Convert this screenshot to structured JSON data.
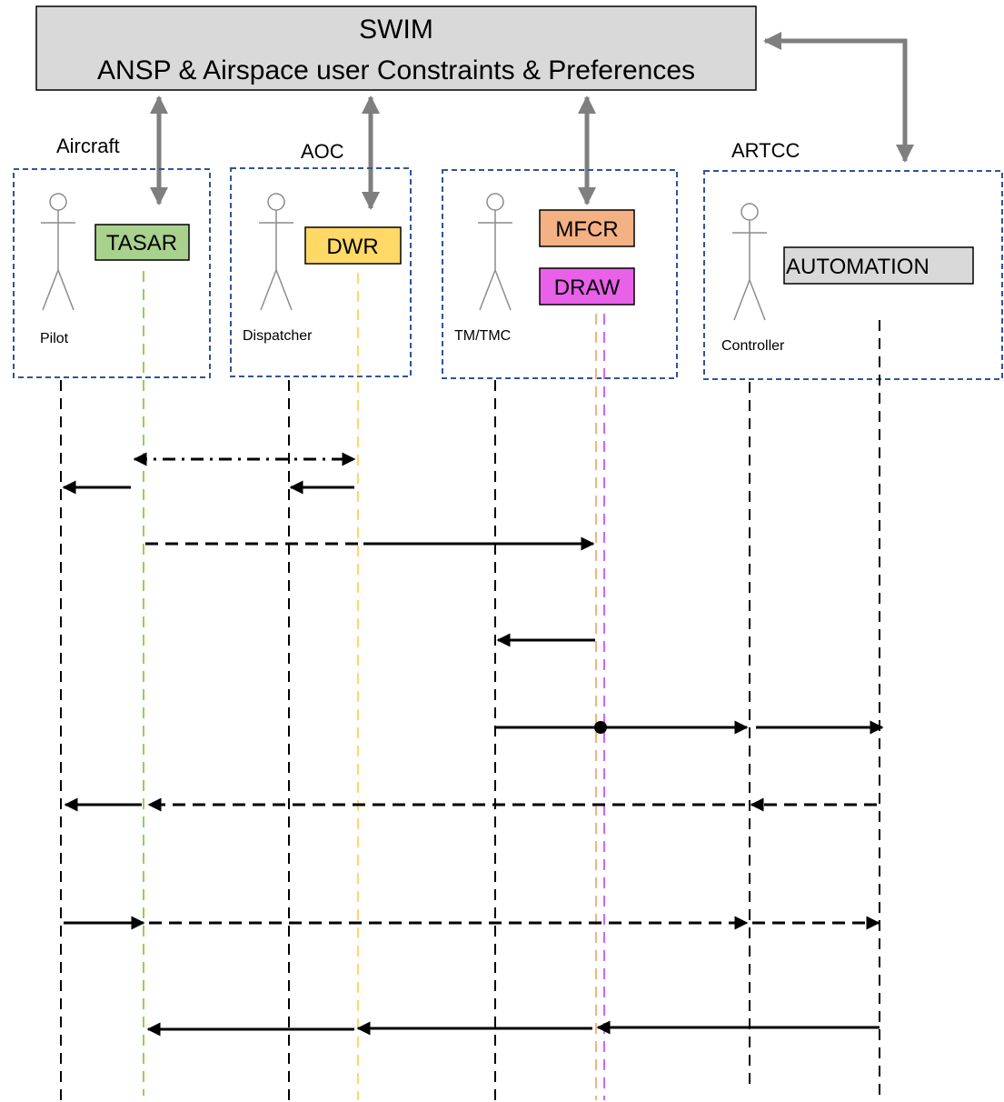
{
  "swim": {
    "title": "SWIM",
    "subtitle": "ANSP & Airspace user Constraints & Preferences"
  },
  "groups": {
    "aircraft": "Aircraft",
    "aoc": "AOC",
    "artcc": "ARTCC"
  },
  "actors": {
    "pilot": "Pilot",
    "dispatcher": "Dispatcher",
    "tm": "TM/TMC",
    "controller": "Controller"
  },
  "tools": {
    "tasar": "TASAR",
    "dwr": "DWR",
    "mfcr": "MFCR",
    "draw": "DRAW",
    "automation": "AUTOMATION"
  },
  "colors": {
    "tasar": "#A9D18E",
    "dwr": "#FFD966",
    "mfcr": "#F4B183",
    "draw": "#E960E9",
    "automation": "#D9D9D9",
    "swim": "#D9D9D9",
    "group_border": "#2F5597",
    "lifeline_tasar": "#92D050",
    "lifeline_dwr": "#FFD966",
    "lifeline_mfcr": "#F4B183",
    "lifeline_draw": "#CC66FF"
  }
}
